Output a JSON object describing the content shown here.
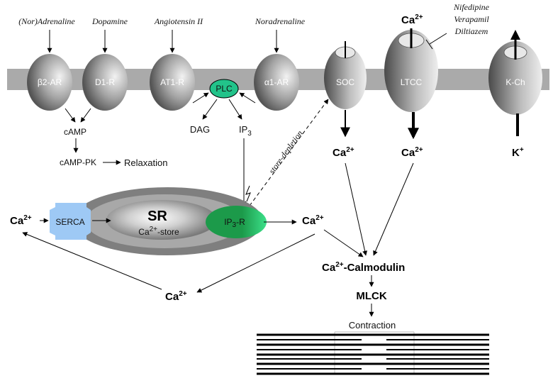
{
  "ligands": {
    "nor_adrenaline": "(Nor)Adrenaline",
    "dopamine": "Dopamine",
    "angiotensin": "Angiotensin II",
    "noradrenaline": "Noradrenaline",
    "ltcc_blockers": [
      "Nifedipine",
      "Verapamil",
      "Diltiazem"
    ]
  },
  "receptors": {
    "b2ar": "β2-AR",
    "d1r": "D1-R",
    "at1r": "AT1-R",
    "a1ar": "α1-AR",
    "soc": "SOC",
    "ltcc": "LTCC",
    "kch": "K-Ch",
    "plc": "PLC"
  },
  "messengers": {
    "camp": "cAMP",
    "camp_pk": "cAMP-PK",
    "relaxation": "Relaxation",
    "dag": "DAG",
    "ip3": "IP",
    "ip3_sub": "3",
    "store_depletion": "store-depletion"
  },
  "ions": {
    "ca": "Ca",
    "ca_charge": "2+",
    "k": "K",
    "k_charge": "+"
  },
  "sr": {
    "title": "SR",
    "store_ca": "Ca",
    "store_charge": "2+",
    "store_suffix": "-store",
    "serca": "SERCA",
    "ip3r_main": "IP",
    "ip3r_sub": "3",
    "ip3r_suffix": "-R"
  },
  "pathway": {
    "calmodulin_suffix": "-Calmodulin",
    "mlck": "MLCK",
    "contraction": "Contraction"
  },
  "colors": {
    "membrane": "#aaaaaa",
    "plc": "#22c38a",
    "serca": "#9ec9f5",
    "ip3r": "#1f9a4e"
  }
}
